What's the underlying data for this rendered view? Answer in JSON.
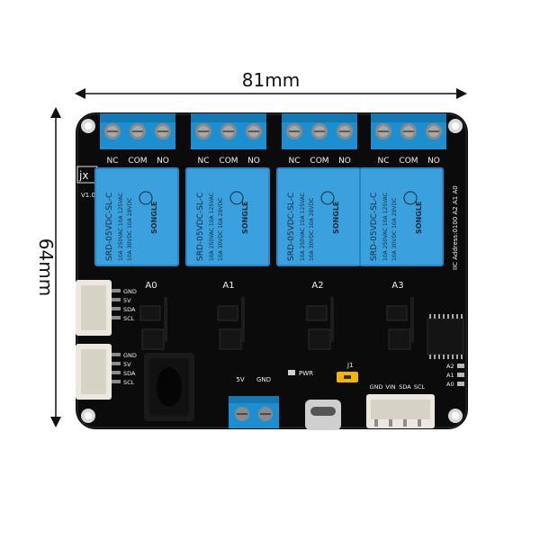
{
  "dimensions": {
    "width": "81mm",
    "height": "64mm"
  },
  "board": {
    "brand": "jx",
    "version": "V1.0",
    "i2c_address": "IIC Address:0100 A2 A1 A0",
    "relay_channels": [
      "A0",
      "A1",
      "A2",
      "A3"
    ],
    "terminal_labels": [
      "NC",
      "COM",
      "NO"
    ],
    "relay_label_lines": [
      "SRD-05VDC-SL-C",
      "10A 250VAC 10A 125VAC",
      "10A 30VDC 10A 28VDC"
    ],
    "relay_brand": "SONGLE",
    "i2c_header_pins": [
      "GND",
      "5V",
      "SDA",
      "SCL"
    ],
    "power_labels": [
      "5V",
      "GND"
    ],
    "pwr_label": "PWR",
    "jumper_label": "J1",
    "bottom_header_pins": [
      "GND",
      "VIN",
      "SDA",
      "SCL"
    ],
    "address_pins": [
      "A2",
      "A1",
      "A0"
    ]
  },
  "colors": {
    "pcb": "#0b0b0b",
    "terminal": "#1b8fd0",
    "relay": "#3aa0de",
    "connector": "#ece8df",
    "jumper": "#f5b400"
  }
}
